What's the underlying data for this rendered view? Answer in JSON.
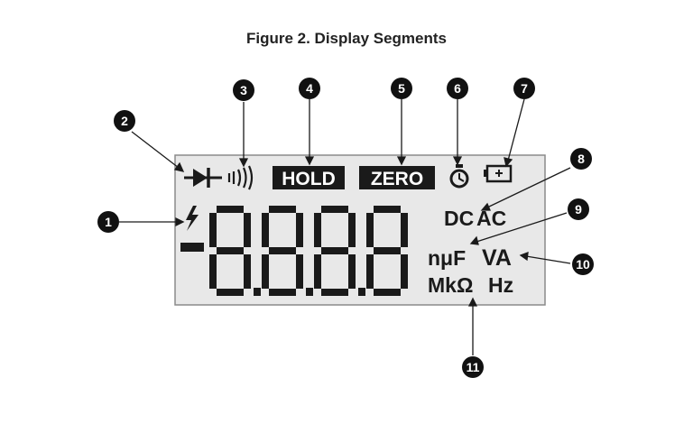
{
  "figure": {
    "title": "Figure 2. Display Segments"
  },
  "display": {
    "hold_label": "HOLD",
    "zero_label": "ZERO",
    "digits": "-8.8.8.8",
    "unit_dc": "DC",
    "unit_ac": "AC",
    "unit_nuf": "nμF",
    "unit_va": "VA",
    "unit_mkohm": "MkΩ",
    "unit_hz": "Hz",
    "icons": [
      "diode-icon",
      "continuity-beeper-icon",
      "hold-indicator",
      "zero-indicator",
      "auto-power-off-timer-icon",
      "battery-icon",
      "high-voltage-lightning-icon"
    ]
  },
  "callouts": [
    "1",
    "2",
    "3",
    "4",
    "5",
    "6",
    "7",
    "8",
    "9",
    "10",
    "11"
  ],
  "colors": {
    "lcd_background": "#e8e8e8",
    "lcd_border": "#8a8a8a",
    "segment": "#1a1a1a",
    "callout_fill": "#111111"
  }
}
